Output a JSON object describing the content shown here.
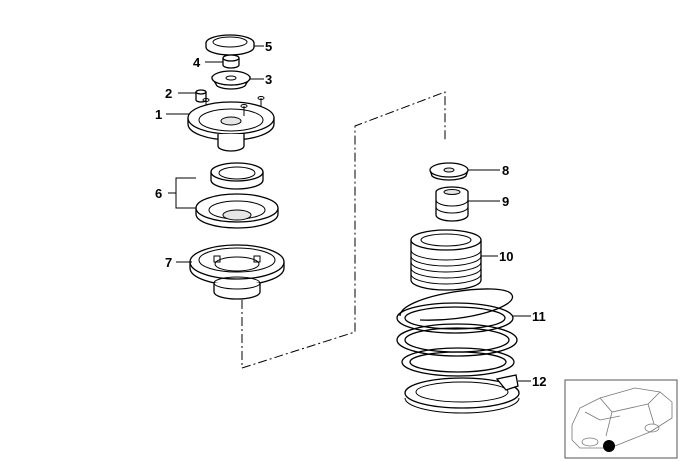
{
  "diagram": {
    "callouts": [
      {
        "id": "1",
        "label": "1"
      },
      {
        "id": "2",
        "label": "2"
      },
      {
        "id": "3",
        "label": "3"
      },
      {
        "id": "4",
        "label": "4"
      },
      {
        "id": "5",
        "label": "5"
      },
      {
        "id": "6",
        "label": "6"
      },
      {
        "id": "7",
        "label": "7"
      },
      {
        "id": "8",
        "label": "8"
      },
      {
        "id": "9",
        "label": "9"
      },
      {
        "id": "10",
        "label": "10"
      },
      {
        "id": "11",
        "label": "11"
      },
      {
        "id": "12",
        "label": "12"
      }
    ],
    "locator_marker_color": "#000000"
  }
}
